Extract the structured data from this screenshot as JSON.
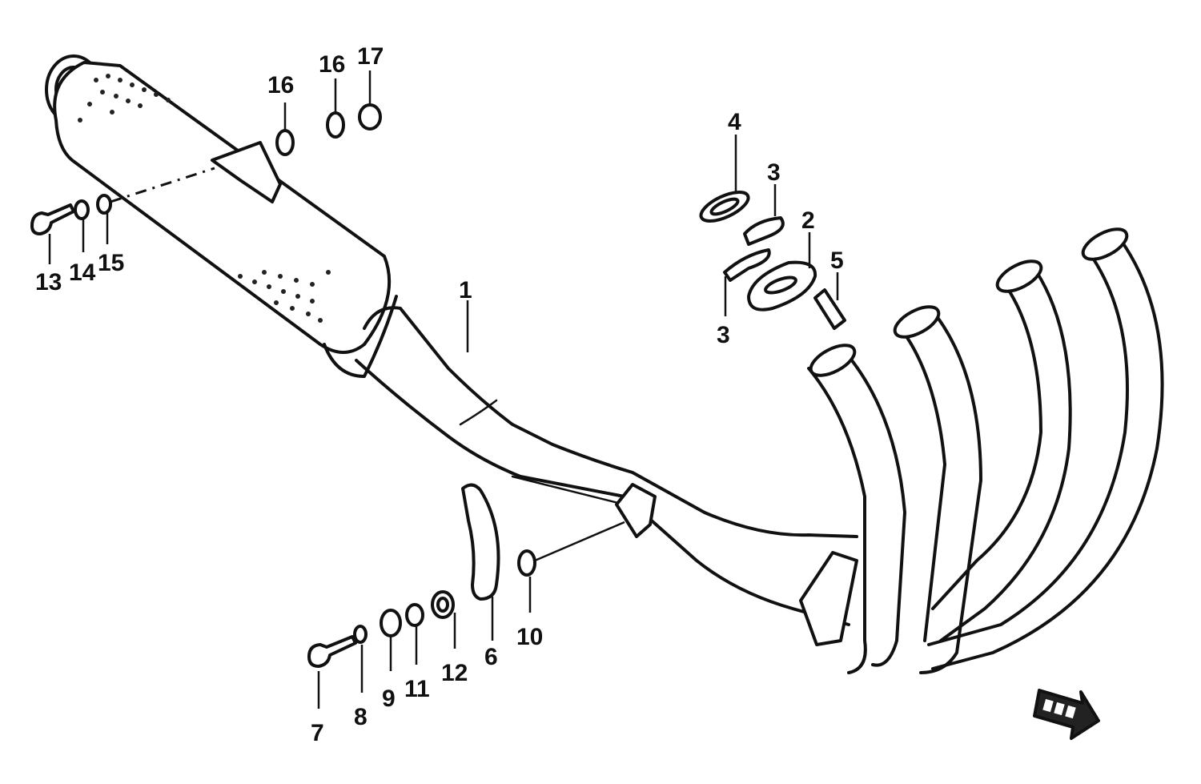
{
  "callouts": {
    "c1": "1",
    "c2": "2",
    "c3a": "3",
    "c3b": "3",
    "c4": "4",
    "c5": "5",
    "c6": "6",
    "c7": "7",
    "c8": "8",
    "c9": "9",
    "c10": "10",
    "c11": "11",
    "c12": "12",
    "c13": "13",
    "c14": "14",
    "c15": "15",
    "c16a": "16",
    "c16b": "16",
    "c17": "17"
  },
  "colors": {
    "ink": "#111111",
    "paper": "#ffffff"
  },
  "icons": {
    "front_arrow": "fwd-arrow-icon"
  }
}
